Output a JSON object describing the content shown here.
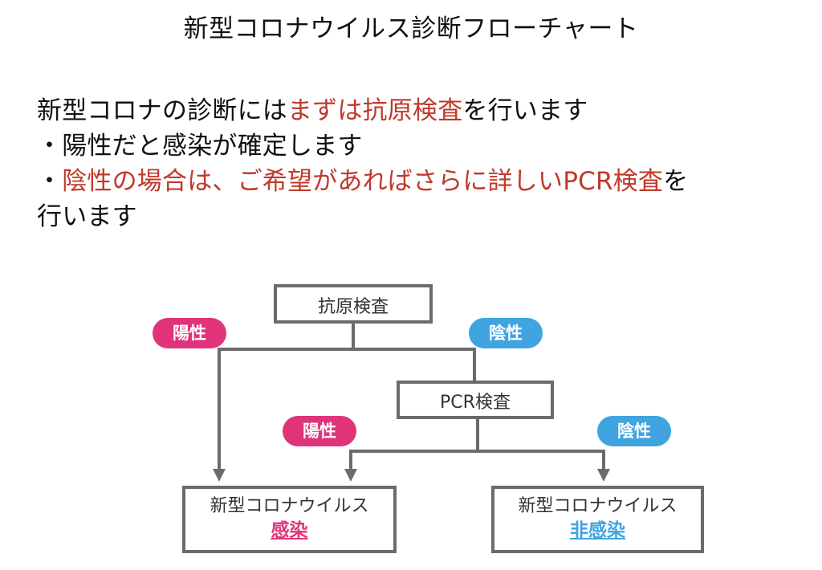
{
  "title": "新型コロナウイルス診断フローチャート",
  "intro": {
    "line1": {
      "pre": "新型コロナの診断には",
      "highlight": "まずは抗原検査",
      "post": "を行います"
    },
    "line2": "・陽性だと感染が確定します",
    "line3": {
      "bullet": "・",
      "highlight": "陰性の場合は、ご希望があればさらに詳しいPCR検査",
      "post": "を"
    },
    "line4": "行います"
  },
  "flow": {
    "antigen_label": "抗原検査",
    "pcr_label": "PCR検査",
    "pill_positive_1": "陽性",
    "pill_negative_1": "陰性",
    "pill_positive_2": "陽性",
    "pill_negative_2": "陰性",
    "result_infected": {
      "line1": "新型コロナウイルス",
      "line2": "感染"
    },
    "result_not_infected": {
      "line1": "新型コロナウイルス",
      "line2": "非感染"
    }
  },
  "colors": {
    "highlight_red": "#c0392b",
    "positive_pink": "#e0347a",
    "negative_blue": "#3fa4e0",
    "line_gray": "#6b6b6b"
  }
}
